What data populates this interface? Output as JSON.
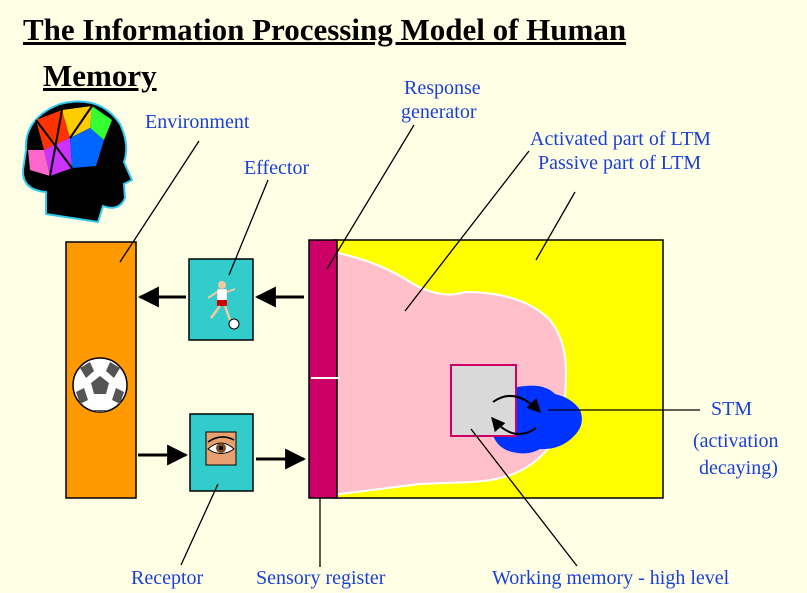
{
  "title": {
    "line1": "The Information Processing Model of Human",
    "line2": "Memory"
  },
  "labels": {
    "environment": "Environment",
    "effector": "Effector",
    "response_line1": "Response",
    "response_line2": "generator",
    "activated_ltm": "Activated part of LTM",
    "passive_ltm": "Passive part of LTM",
    "stm": "STM",
    "stm_note_line1": "(activation",
    "stm_note_line2": "decaying)",
    "receptor": "Receptor",
    "sensory_register": "Sensory register",
    "working_memory": "Working memory - high level"
  },
  "colors": {
    "environment_box": "#ff9900",
    "effector_box": "#33cccc",
    "receptor_box": "#33cccc",
    "sensory_register": "#cc0066",
    "ltm_passive": "#ffff00",
    "ltm_activated": "#ffc0cb",
    "working_memory": "#d9d9d9",
    "stm": "#0033ff",
    "label_text": "#1a3fd6"
  },
  "icons": {
    "head": "head-brain-icon",
    "ball": "soccer-ball-icon",
    "effector": "soccer-player-icon",
    "receptor": "eye-icon"
  }
}
